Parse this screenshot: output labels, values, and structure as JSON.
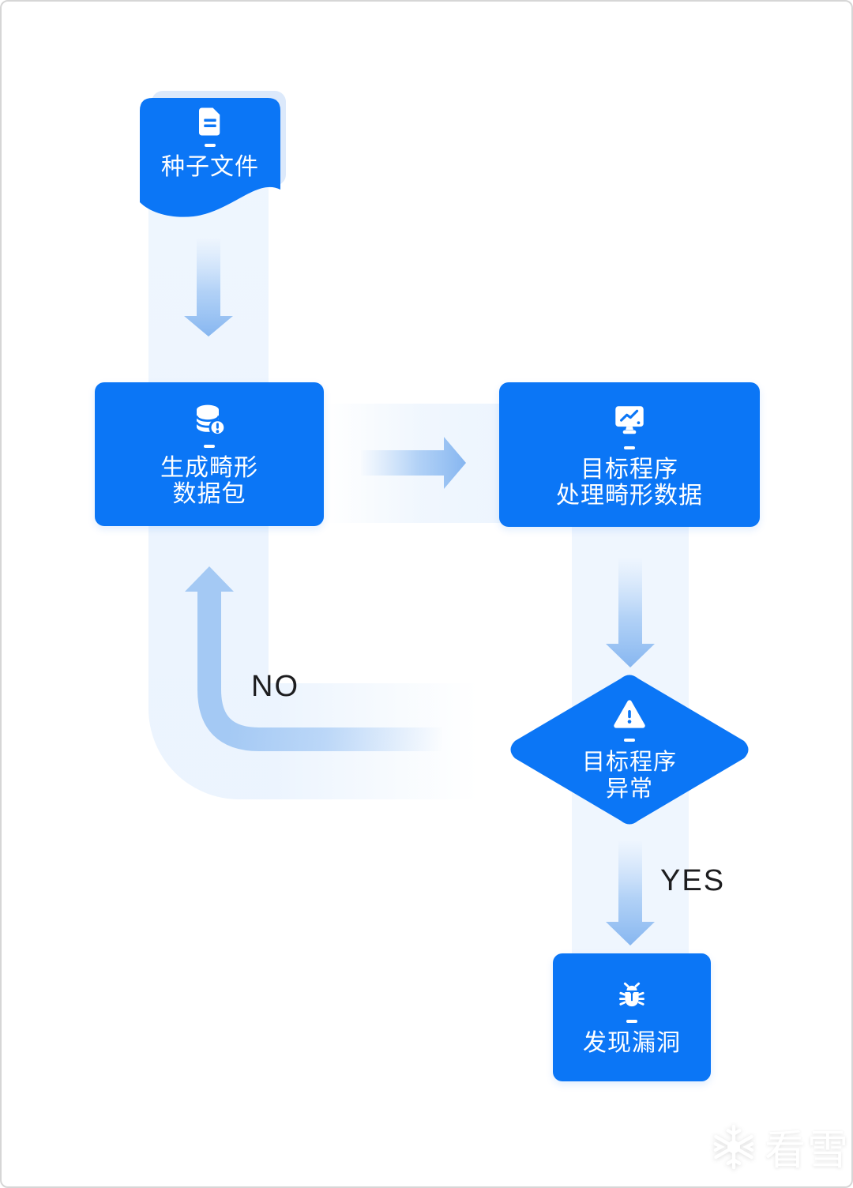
{
  "diagram": {
    "title_semantics": "fuzzing-process-flowchart",
    "colors": {
      "node_fill": "#0b76f6",
      "node_text": "#ffffff",
      "arrow_strong": "#8ab8f1",
      "track_tint": "#dbe9fc",
      "edge_label_text": "#1d1d1f",
      "page_border": "#d6d6d6"
    },
    "nodes": {
      "seed": {
        "icon": "document-icon",
        "lines": [
          "种子文件"
        ]
      },
      "generate": {
        "icon": "database-alert-icon",
        "lines": [
          "生成畸形",
          "数据包"
        ]
      },
      "process": {
        "icon": "monitor-chart-icon",
        "lines": [
          "目标程序",
          "处理畸形数据"
        ]
      },
      "decision": {
        "icon": "warning-icon",
        "lines": [
          "目标程序",
          "异常"
        ]
      },
      "found": {
        "icon": "bug-icon",
        "lines": [
          "发现漏洞"
        ]
      }
    },
    "edge_labels": {
      "no": "NO",
      "yes": "YES"
    },
    "watermark": {
      "icon": "snowflake-icon",
      "text": "看雪"
    }
  }
}
